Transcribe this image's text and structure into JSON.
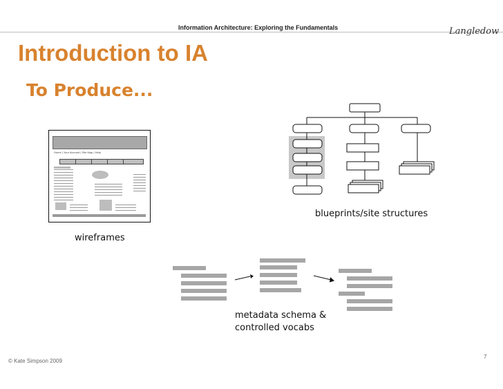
{
  "header": {
    "course_title": "Information Architecture: Exploring the Fundamentals",
    "logo_text": "Langledow"
  },
  "slide": {
    "title": "Introduction to IA",
    "subtitle": "To Produce...",
    "items": [
      {
        "caption": "wireframes"
      },
      {
        "caption": "blueprints/site structures"
      },
      {
        "caption_line1": "metadata schema &",
        "caption_line2": "controlled vocabs"
      }
    ]
  },
  "wireframe": {
    "nav_text": "Home  |  Your Account  |  Site Map  |  Help"
  },
  "footer": {
    "copyright": "© Kate Simpson 2009",
    "page_number": "7"
  }
}
